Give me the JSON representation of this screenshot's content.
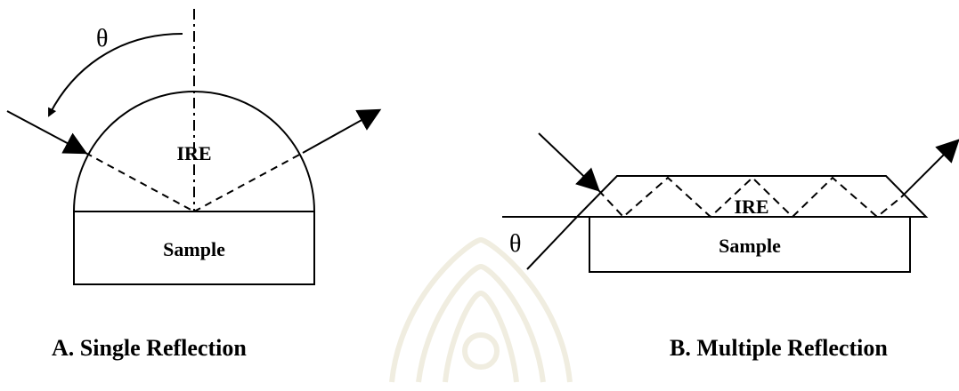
{
  "diagram_a": {
    "theta_label": "θ",
    "ire_label": "IRE",
    "sample_label": "Sample",
    "caption": "A. Single Reflection"
  },
  "diagram_b": {
    "theta_label": "θ",
    "ire_label": "IRE",
    "sample_label": "Sample",
    "caption": "B. Multiple Reflection"
  },
  "colors": {
    "line": "#000000",
    "watermark": "#f0ede0",
    "background": "#ffffff"
  }
}
